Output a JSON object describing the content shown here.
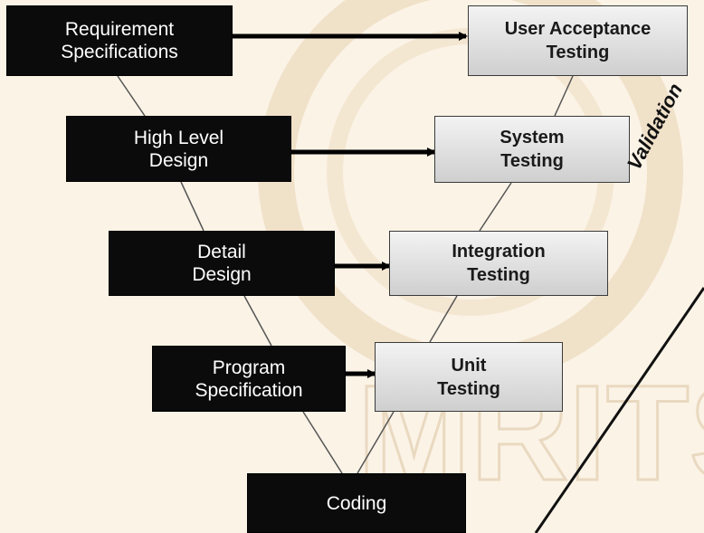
{
  "left_phases": [
    {
      "id": "req",
      "label": "Requirement\nSpecifications"
    },
    {
      "id": "hld",
      "label": "High Level\nDesign"
    },
    {
      "id": "dd",
      "label": "Detail\nDesign"
    },
    {
      "id": "ps",
      "label": "Program\nSpecification"
    }
  ],
  "bottom_phase": {
    "label": "Coding"
  },
  "right_phases": [
    {
      "id": "uat",
      "label": "User Acceptance\nTesting"
    },
    {
      "id": "st",
      "label": "System\nTesting"
    },
    {
      "id": "it",
      "label": "Integration\nTesting"
    },
    {
      "id": "ut",
      "label": "Unit\nTesting"
    }
  ],
  "side_label": "Validation",
  "watermark": {
    "text": "MRITS",
    "color": "#e7d6bd"
  }
}
